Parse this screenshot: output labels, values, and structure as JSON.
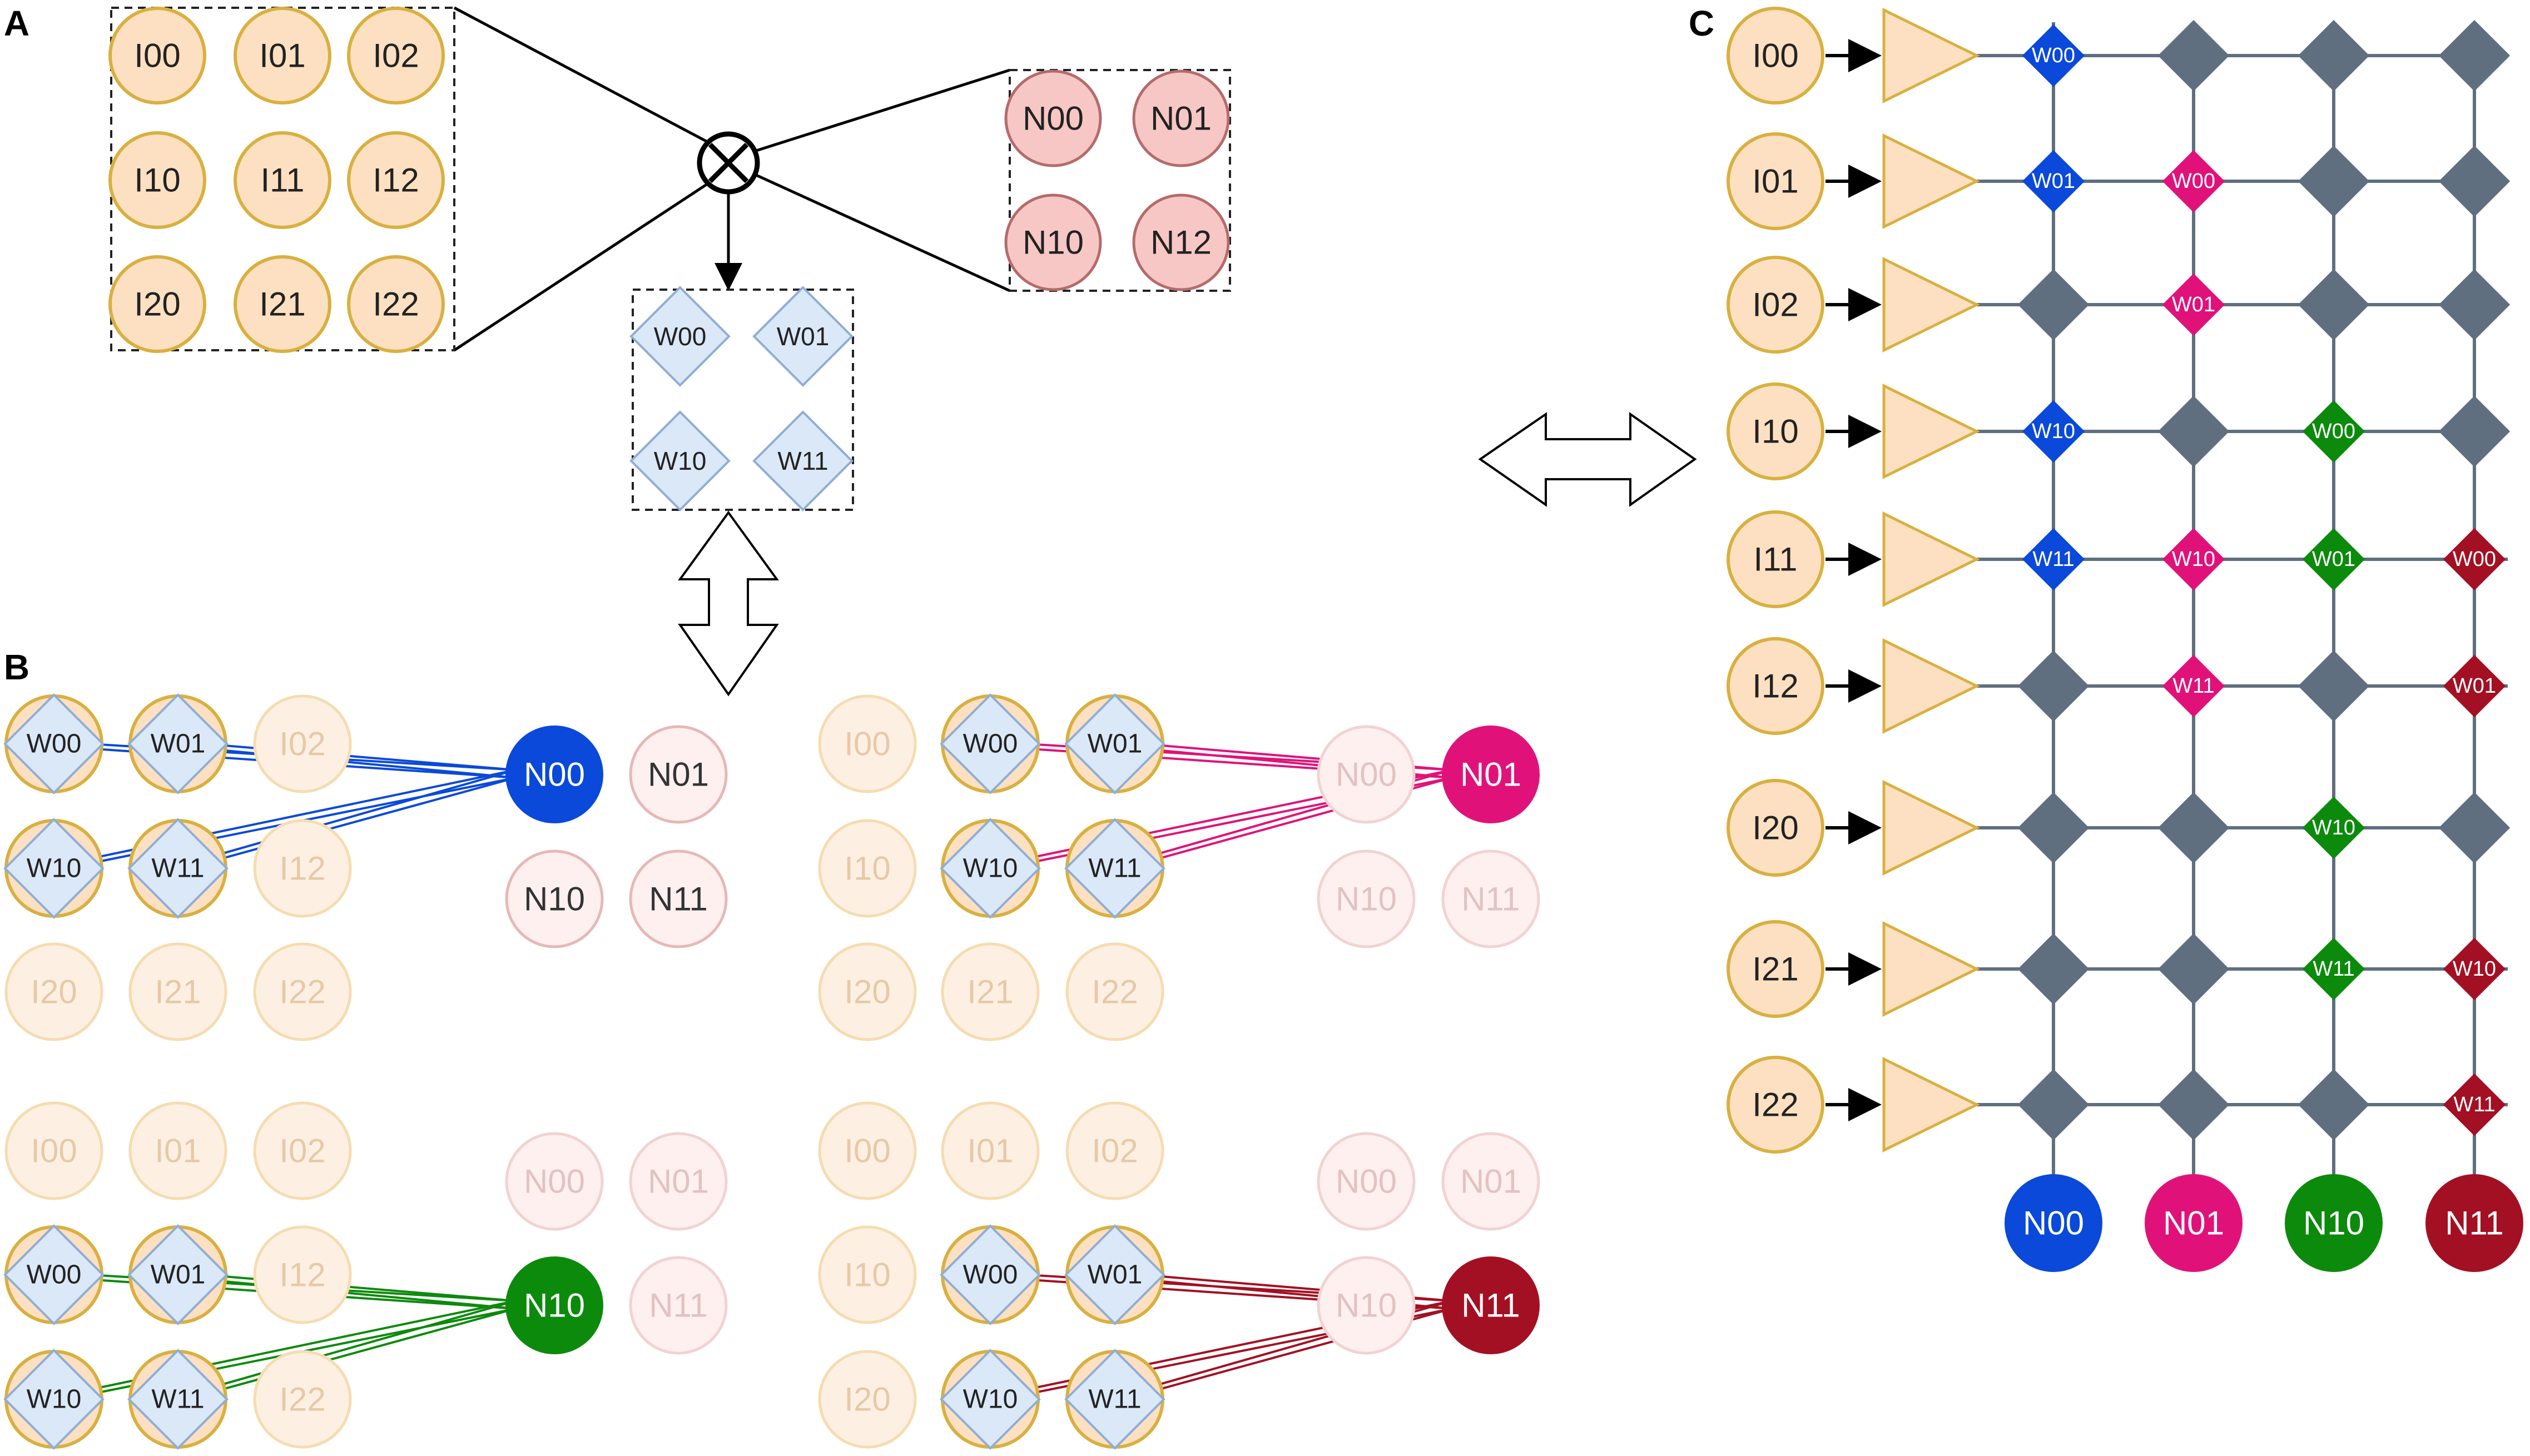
{
  "panel_labels": {
    "a": "A",
    "b": "B",
    "c": "C"
  },
  "colors": {
    "input_fill": "#fce0c1",
    "input_stroke": "#d9b040",
    "output_fill": "#f6c7c5",
    "output_stroke": "#b56b6b",
    "weight_fill": "#dbe8f7",
    "weight_stroke": "#8faed6",
    "faded_input_fill": "#fdf0e3",
    "faded_input_stroke": "#f5dcb0",
    "faded_output_fill": "#fdf0ef",
    "faded_output_stroke": "#f2d2d2",
    "n00": "#0a49d9",
    "n01": "#e0127a",
    "n10": "#0c8a0c",
    "n11": "#a31023",
    "node_gray": "#5f6f80",
    "line": "#000000"
  },
  "panel_a": {
    "inputs": [
      [
        "I00",
        "I01",
        "I02"
      ],
      [
        "I10",
        "I11",
        "I12"
      ],
      [
        "I20",
        "I21",
        "I22"
      ]
    ],
    "outputs": [
      [
        "N00",
        "N01"
      ],
      [
        "N10",
        "N12"
      ]
    ],
    "weights": [
      [
        "W00",
        "W01"
      ],
      [
        "W10",
        "W11"
      ]
    ],
    "operator": "convolution-operator-icon"
  },
  "panel_b": {
    "inputs": [
      [
        "I00",
        "I01",
        "I02"
      ],
      [
        "I10",
        "I11",
        "I12"
      ],
      [
        "I20",
        "I21",
        "I22"
      ]
    ],
    "outputs": [
      [
        "N00",
        "N01"
      ],
      [
        "N10",
        "N11"
      ]
    ],
    "weights": [
      [
        "W00",
        "W01"
      ],
      [
        "W10",
        "W11"
      ]
    ]
  },
  "panel_c": {
    "rows": [
      "I00",
      "I01",
      "I02",
      "I10",
      "I11",
      "I12",
      "I20",
      "I21",
      "I22"
    ],
    "outputs": [
      "N00",
      "N01",
      "N10",
      "N11"
    ],
    "crossbar": [
      [
        "W00",
        "",
        "",
        ""
      ],
      [
        "W01",
        "W00",
        "",
        ""
      ],
      [
        "",
        "W01",
        "",
        ""
      ],
      [
        "W10",
        "",
        "W00",
        ""
      ],
      [
        "W11",
        "W10",
        "W01",
        "W00"
      ],
      [
        "",
        "W11",
        "",
        "W01"
      ],
      [
        "",
        "",
        "W10",
        ""
      ],
      [
        "",
        "",
        "W11",
        "W10"
      ],
      [
        "",
        "",
        "",
        "W11"
      ]
    ]
  }
}
